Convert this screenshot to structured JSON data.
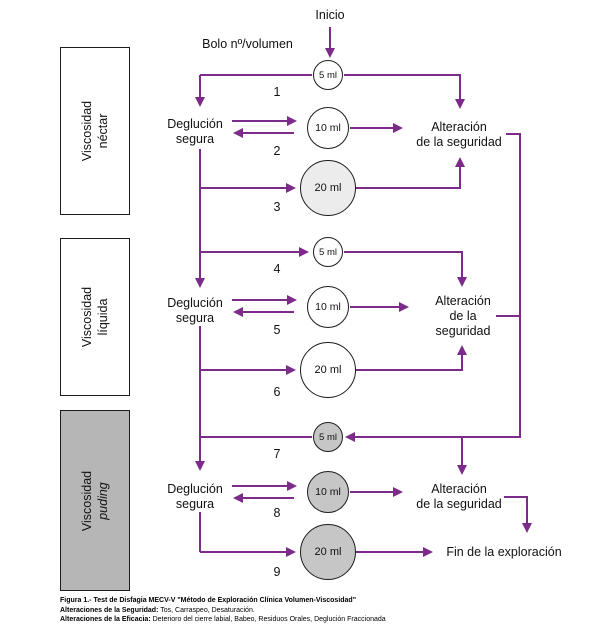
{
  "colors": {
    "arrow": "#7d2b8a",
    "puding_box_fill": "#b6b6b6",
    "puding_circle_fill": "#c6c6c6",
    "circle_border": "#1c1c1c"
  },
  "header": {
    "inicio": "Inicio",
    "bolo_label": "Bolo nº/volumen"
  },
  "fin_label": "Fin de la exploración",
  "sections": [
    {
      "viscosity_line1": "Viscosidad",
      "viscosity_line2": "néctar",
      "deglucion": "Deglución\nsegura",
      "alteracion": "Alteración\nde la seguridad",
      "circles": [
        {
          "volume": "5 ml",
          "number": "1"
        },
        {
          "volume": "10 ml",
          "number": "2"
        },
        {
          "volume": "20 ml",
          "number": "3"
        }
      ]
    },
    {
      "viscosity_line1": "Viscosidad",
      "viscosity_line2": "líquida",
      "deglucion": "Deglución\nsegura",
      "alteracion": "Alteración\nde la\nseguridad",
      "circles": [
        {
          "volume": "5 ml",
          "number": "4"
        },
        {
          "volume": "10 ml",
          "number": "5"
        },
        {
          "volume": "20 ml",
          "number": "6"
        }
      ]
    },
    {
      "viscosity_line1": "Viscosidad",
      "viscosity_line2": "puding",
      "deglucion": "Deglución\nsegura",
      "alteracion": "Alteración\nde la seguridad",
      "circles": [
        {
          "volume": "5 ml",
          "number": "7"
        },
        {
          "volume": "10 ml",
          "number": "8"
        },
        {
          "volume": "20 ml",
          "number": "9"
        }
      ]
    }
  ],
  "caption": {
    "line1": "Figura 1.- Test de Disfagia MECV-V \"Método de Exploración Clínica Volumen-Viscosidad\"",
    "line2_label": "Alteraciones de la Seguridad:",
    "line2_text": " Tos, Carraspeo, Desaturación.",
    "line3_label": "Alteraciones de la Eficacia:",
    "line3_text": " Deterioro del cierre labial, Babeo, Residuos Orales, Deglución Fraccionada"
  }
}
